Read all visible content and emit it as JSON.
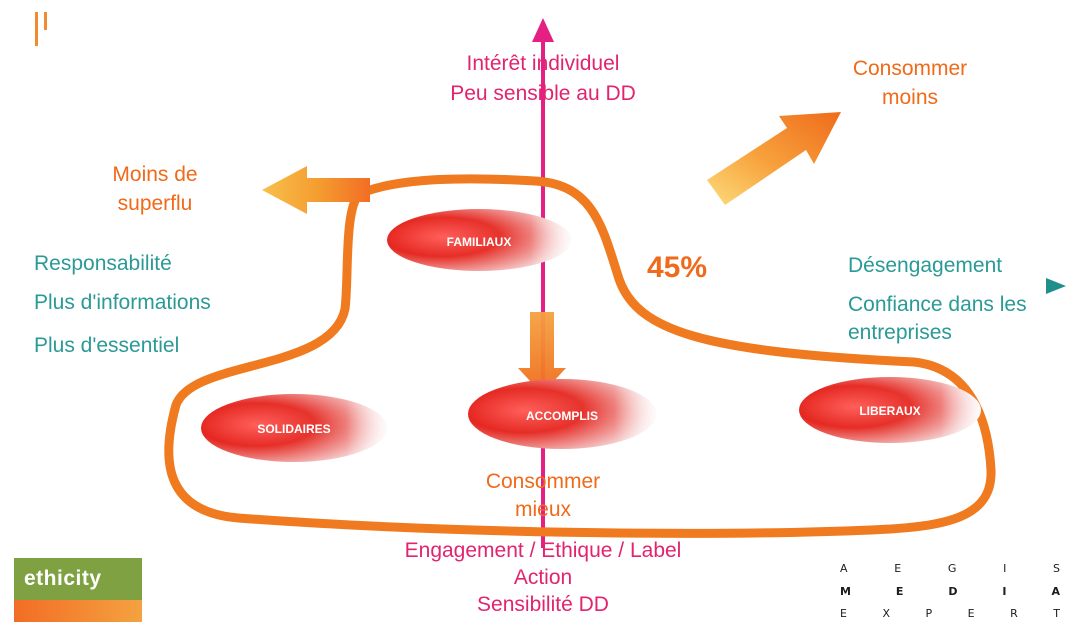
{
  "diagram": {
    "top_label_line1": "Intérêt individuel",
    "top_label_line2": "Peu sensible au DD",
    "bottom_label_line1": "Engagement / Ethique / Label",
    "bottom_label_line2": "Action",
    "bottom_label_line3": "Sensibilité DD",
    "left_label_line1": "Responsabilité",
    "left_label_line2": "Plus d'informations",
    "left_label_line3": "Plus d'essentiel",
    "right_label_line1": "Désengagement",
    "right_label_line2": "Confiance dans les",
    "right_label_line3": "entreprises",
    "arrow_left_label_line1": "Moins de",
    "arrow_left_label_line2": "superflu",
    "arrow_right_label_line1": "Consommer",
    "arrow_right_label_line2": "moins",
    "arrow_down_label_line1": "Consommer",
    "arrow_down_label_line2": "mieux",
    "percentage": "45%",
    "segments": {
      "familiaux": "FAMILIAUX",
      "solidaires": "SOLIDAIRES",
      "accomplis": "ACCOMPLIS",
      "liberaux": "LIBERAUX"
    }
  },
  "branding": {
    "left_logo": "ethicity",
    "right_logo_row1": [
      "A",
      "E",
      "G",
      "I",
      "S"
    ],
    "right_logo_row2": [
      "M",
      "E",
      "D",
      "I",
      "A"
    ],
    "right_logo_row3": [
      "E",
      "X",
      "P",
      "E",
      "R",
      "T"
    ]
  },
  "colors": {
    "teal": "#2a9a96",
    "pink": "#e2246f",
    "orange": "#f06a19",
    "red": "#d72a1f",
    "green_logo": "#7fa142"
  }
}
